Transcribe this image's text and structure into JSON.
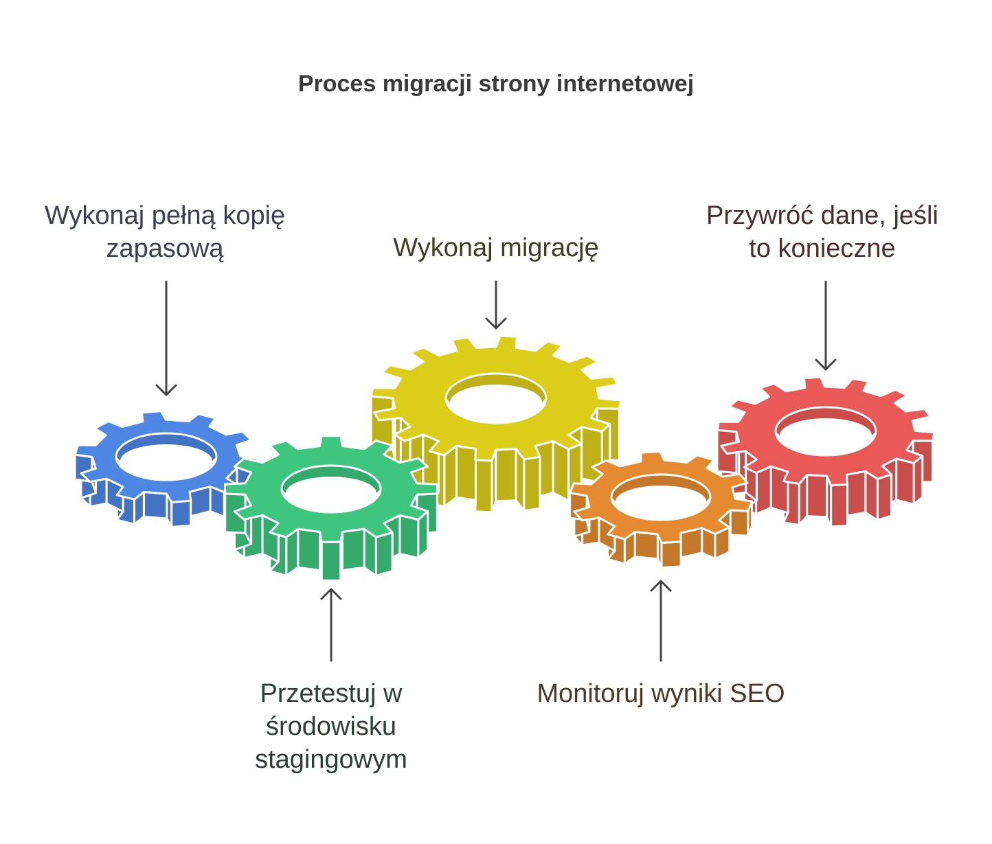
{
  "title": "Proces migracji strony internetowej",
  "steps": [
    {
      "id": "backup",
      "label": [
        "Wykonaj pełną kopię",
        "zapasową"
      ],
      "color": "#4E86E4",
      "text_color": "#3b3f52"
    },
    {
      "id": "staging",
      "label": [
        "Przetestuj w",
        "środowisku",
        "stagingowym"
      ],
      "color": "#3EC67F",
      "text_color": "#2d3f35"
    },
    {
      "id": "migrate",
      "label": [
        "Wykonaj migrację"
      ],
      "color": "#DDCD1B",
      "text_color": "#3e3e25"
    },
    {
      "id": "seo",
      "label": [
        "Monitoruj wyniki SEO"
      ],
      "color": "#E58A31",
      "text_color": "#4a3a2c"
    },
    {
      "id": "restore",
      "label": [
        "Przywróć dane, jeśli",
        "to konieczne"
      ],
      "color": "#E85957",
      "text_color": "#4a2f2f"
    }
  ]
}
